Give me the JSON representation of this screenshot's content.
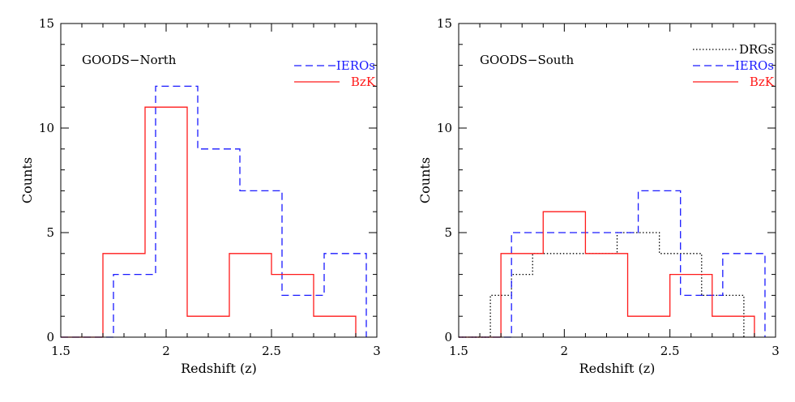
{
  "chart_data": [
    {
      "type": "histogram",
      "annotation": "GOODS−North",
      "xlabel": "Redshift (z)",
      "ylabel": "Counts",
      "xlim": [
        1.5,
        3
      ],
      "ylim": [
        0,
        15
      ],
      "x_ticks": [
        "1.5",
        "2",
        "2.5",
        "3"
      ],
      "y_ticks": [
        "0",
        "5",
        "10",
        "15"
      ],
      "legend_position": "top-right",
      "series": [
        {
          "name": "IEROs",
          "color": "#1a1aff",
          "style": "dashed",
          "steps": [
            [
              1.5,
              0
            ],
            [
              1.75,
              3
            ],
            [
              1.95,
              12
            ],
            [
              2.15,
              9
            ],
            [
              2.35,
              7
            ],
            [
              2.55,
              2
            ],
            [
              2.75,
              4
            ],
            [
              2.95,
              0
            ]
          ]
        },
        {
          "name": "BzK",
          "color": "#ff1a1a",
          "style": "solid",
          "steps": [
            [
              1.5,
              0
            ],
            [
              1.7,
              4
            ],
            [
              1.9,
              11
            ],
            [
              2.1,
              1
            ],
            [
              2.3,
              4
            ],
            [
              2.5,
              3
            ],
            [
              2.7,
              1
            ],
            [
              2.9,
              0
            ]
          ]
        }
      ]
    },
    {
      "type": "histogram",
      "annotation": "GOODS−South",
      "xlabel": "Redshift (z)",
      "ylabel": "Counts",
      "xlim": [
        1.5,
        3
      ],
      "ylim": [
        0,
        15
      ],
      "x_ticks": [
        "1.5",
        "2",
        "2.5",
        "3"
      ],
      "y_ticks": [
        "0",
        "5",
        "10",
        "15"
      ],
      "legend_position": "top-right",
      "series": [
        {
          "name": "DRGs",
          "color": "#000000",
          "style": "dotted",
          "steps": [
            [
              1.5,
              0
            ],
            [
              1.65,
              2
            ],
            [
              1.75,
              3
            ],
            [
              1.85,
              4
            ],
            [
              2.25,
              5
            ],
            [
              2.45,
              4
            ],
            [
              2.65,
              2
            ],
            [
              2.85,
              0
            ]
          ]
        },
        {
          "name": "IEROs",
          "color": "#1a1aff",
          "style": "dashed",
          "steps": [
            [
              1.5,
              0
            ],
            [
              1.75,
              5
            ],
            [
              2.35,
              7
            ],
            [
              2.55,
              2
            ],
            [
              2.75,
              4
            ],
            [
              2.95,
              0
            ]
          ]
        },
        {
          "name": "BzK",
          "color": "#ff1a1a",
          "style": "solid",
          "steps": [
            [
              1.5,
              0
            ],
            [
              1.7,
              4
            ],
            [
              1.9,
              6
            ],
            [
              2.1,
              4
            ],
            [
              2.3,
              1
            ],
            [
              2.5,
              3
            ],
            [
              2.7,
              1
            ],
            [
              2.9,
              0
            ]
          ]
        }
      ]
    }
  ]
}
